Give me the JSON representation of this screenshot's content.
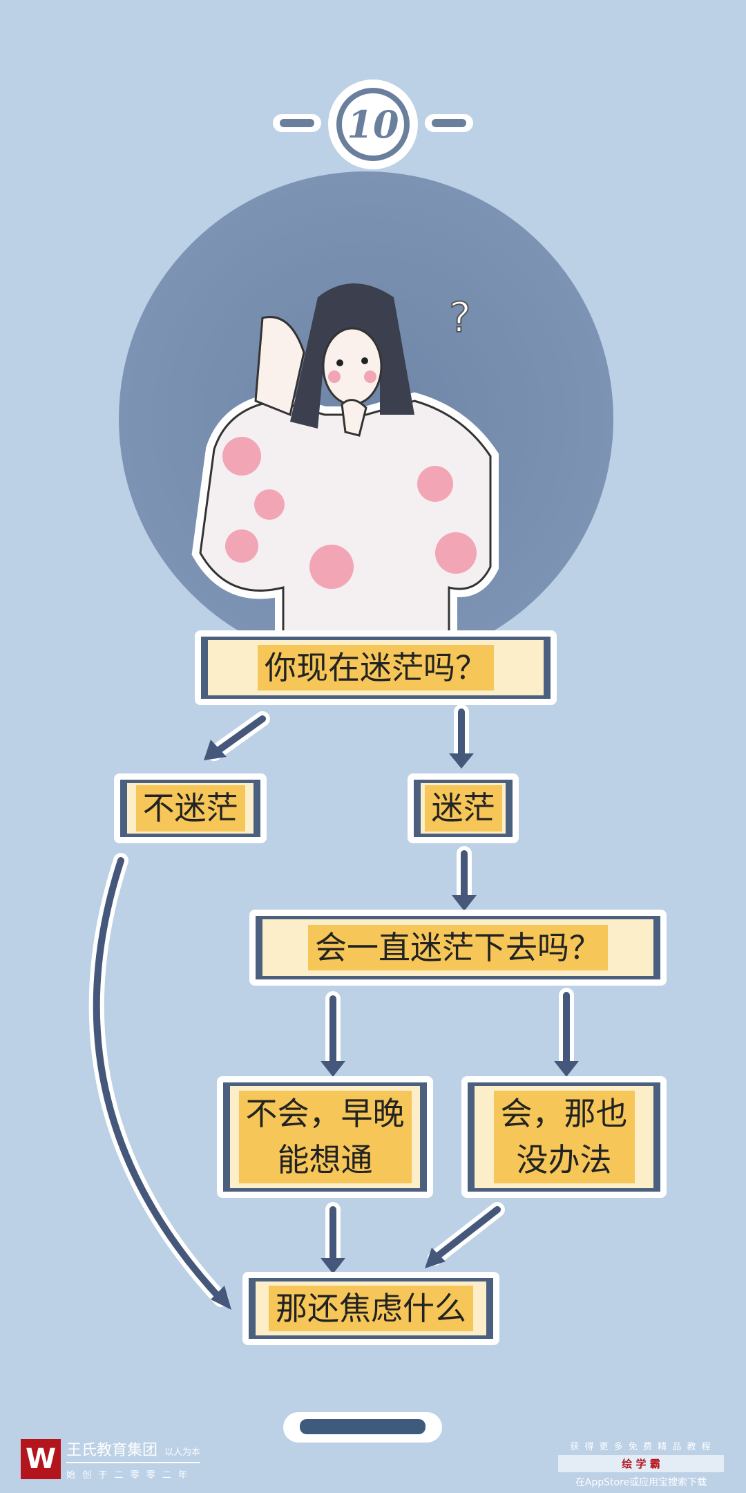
{
  "header": {
    "number": "10"
  },
  "flow": {
    "q1": "你现在迷茫吗？",
    "no": "不迷茫",
    "yes": "迷茫",
    "q2": "会一直迷茫下去吗？",
    "a1_line1": "不会，早晚",
    "a1_line2": "能想通",
    "a2_line1": "会，那也",
    "a2_line2": "没办法",
    "end": "那还焦虑什么"
  },
  "footer": {
    "logo_letter": "W",
    "org": "王氏教育集团",
    "motto": "以人为本",
    "founded": "始 创 于 二 零 零 二 年",
    "promo_top": "获 得 更 多 免 费 精 品 教 程",
    "app_name": "绘 学 霸",
    "promo_bottom": "在AppStore或应用宝搜索下载"
  },
  "colors": {
    "bg": "#bcd0e6",
    "navy": "#4b5f7f",
    "yellow": "#f6c758",
    "brand_red": "#b4141c"
  }
}
